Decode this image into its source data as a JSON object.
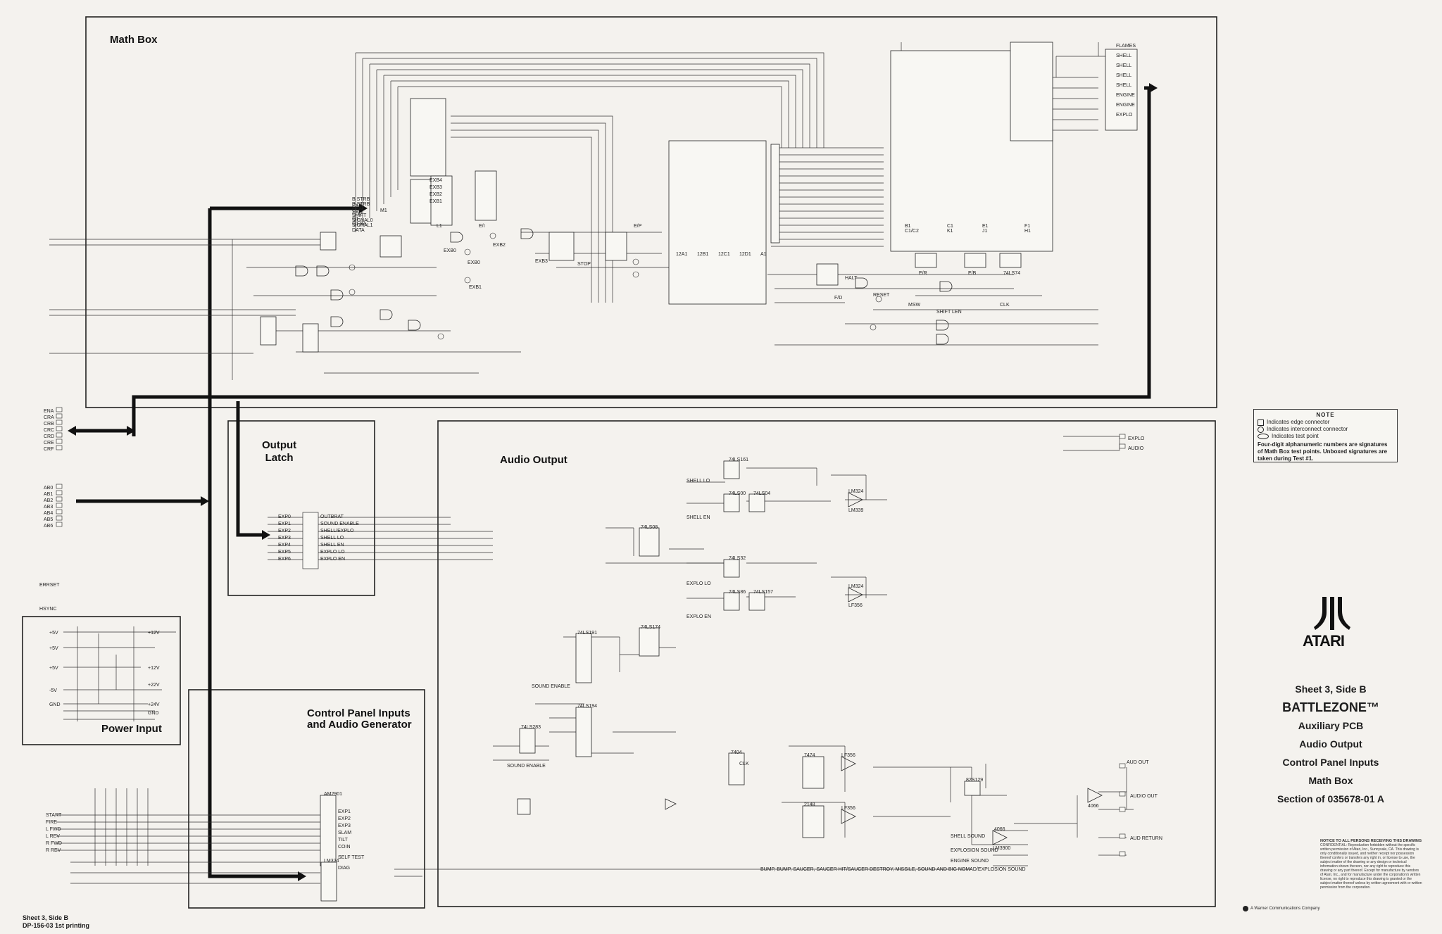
{
  "blocks": {
    "math_box": "Math Box",
    "output_latch": "Output\nLatch",
    "audio_output": "Audio Output",
    "control_panel": "Control Panel Inputs\nand Audio Generator",
    "power_input": "Power Input"
  },
  "note": {
    "title": "NOTE",
    "items": [
      "Indicates edge connector",
      "Indicates interconnect connector",
      "Indicates test point"
    ],
    "text": "Four-digit alphanumeric numbers are signatures of Math Box test points. Unboxed signatures are taken during Test #1."
  },
  "brand": "ATARI",
  "title_block": {
    "sheet": "Sheet 3, Side B",
    "game": "BATTLEZONE™",
    "lines": [
      "Auxiliary PCB",
      "Audio Output",
      "Control Panel Inputs",
      "Math Box",
      "Section of 035678-01   A"
    ]
  },
  "footer": {
    "line1": "Sheet 3, Side B",
    "line2": "DP-156-03   1st printing"
  },
  "notice": {
    "heading": "NOTICE TO ALL PERSONS RECEIVING THIS DRAWING",
    "body": "CONFIDENTIAL: Reproduction forbidden without the specific written permission of Atari, Inc., Sunnyvale, CA. This drawing is only conditionally issued, and neither receipt nor possession thereof confers or transfers any right in, or license to use, the subject matter of the drawing or any design or technical information shown thereon, nor any right to reproduce this drawing or any part thereof. Except for manufacture by vendors of Atari, Inc., and for manufacture under the corporation's written license, no right to reproduce this drawing is granted or the subject matter thereof unless by written agreement with or written permission from the corporation."
  },
  "warner": "A Warner Communications Company",
  "signal_labels": {
    "math_box": [
      "B STRB",
      "B STRB",
      "CB1",
      "CO2",
      "Q1",
      "Q1,E4",
      "EXB4",
      "EXB3",
      "EXB2",
      "EXB1",
      "EXB0",
      "EXB0",
      "EXB1",
      "EXB2",
      "EXB3",
      "STOP",
      "HALT",
      "RESET",
      "MSW",
      "SHIFT LEN",
      "CLK",
      "EXS",
      "CSP",
      "SHIFT",
      "SIGNAL0",
      "SIGNAL1",
      "DATA"
    ],
    "chips": [
      "12A1",
      "12B1",
      "12C1",
      "12D1",
      "A1",
      "B1",
      "C1",
      "E1",
      "F1",
      "C1/C2",
      "K1",
      "J1",
      "H1",
      "M1",
      "L1",
      "E/I",
      "E/P",
      "F/D",
      "E/R",
      "E/B",
      "74LS74",
      "74LS161",
      "74LS00",
      "74LS04",
      "74LS08",
      "74LS32",
      "74LS86",
      "74LS157",
      "74LS174",
      "74LS191",
      "74LS194",
      "74LS283",
      "7404",
      "7474",
      "2148",
      "82S129",
      "AM2901",
      "LM324",
      "LM339",
      "LF356",
      "LM3900",
      "4066"
    ],
    "edge_left": [
      "ENA",
      "CRA",
      "CRB",
      "CRC",
      "CRD",
      "CRE",
      "CRF",
      "AB0",
      "AB1",
      "AB2",
      "AB3",
      "AB4",
      "AB5",
      "AB6",
      "ERRSET",
      "HSYNC"
    ],
    "output_latch": [
      "OUTBRAT",
      "SOUND ENABLE",
      "SHELL/EXPLO",
      "SHELL LO",
      "SHELL EN",
      "EXPLO LO",
      "EXPLO EN",
      "EXP0",
      "EXP1",
      "EXP2",
      "EXP3",
      "EXP4",
      "EXP5",
      "EXP6"
    ],
    "audio": [
      "SHELL LO",
      "SHELL EN",
      "EXPLO LO",
      "EXPLO EN",
      "SOUND ENABLE",
      "SHELL SOUND",
      "EXPLOSION SOUND",
      "ENGINE SOUND",
      "AUD OUT",
      "AUDIO OUT",
      "AUD RETURN",
      "BUMP, BUMP, SAUCER, SAUCER HIT/SAUCER DESTROY, MISSILE, SOUND AND BIG NOMAD/EXPLOSION SOUND",
      "LM324",
      "LM324",
      "LF356",
      "LF356",
      "4066"
    ],
    "power": [
      "+5V",
      "+5V",
      "+5V",
      "-5V",
      "GND",
      "+12V",
      "+12V",
      "+22V",
      "+24V",
      "GND"
    ],
    "control": [
      "START",
      "FIRE",
      "L FWD",
      "L REV",
      "R FWD",
      "R REV",
      "EXP1",
      "EXP2",
      "EXP3",
      "SLAM",
      "TILT",
      "COIN",
      "SELF TEST",
      "DIAG",
      "SOUND ENABLE",
      "CLK"
    ],
    "right_edge": [
      "FLAMES",
      "SHELL",
      "SHELL",
      "SHELL",
      "SHELL",
      "ENGINE",
      "ENGINE",
      "EXPLO",
      "EXPLO",
      "AUDIO"
    ]
  }
}
